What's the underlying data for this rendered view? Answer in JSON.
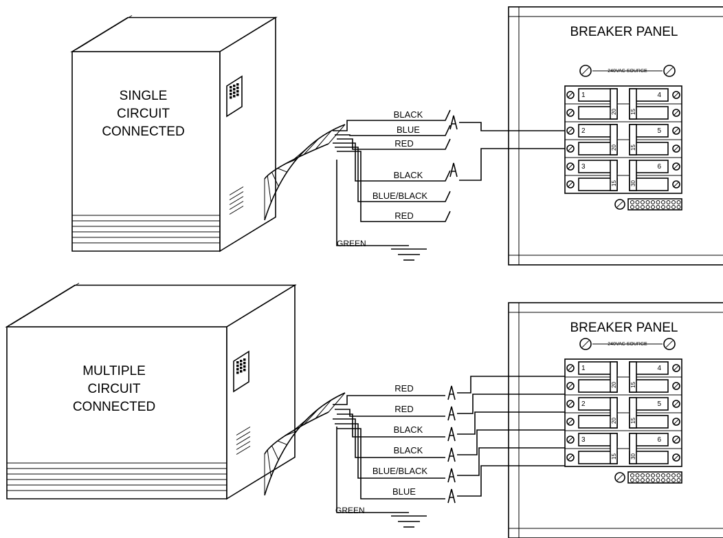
{
  "top": {
    "unit_label": [
      "SINGLE",
      "CIRCUIT",
      "CONNECTED"
    ],
    "panel_title": "BREAKER PANEL",
    "source_label": "240VAC SOURCE",
    "wires": [
      "BLACK",
      "BLUE",
      "RED",
      "BLACK",
      "BLUE/BLACK",
      "RED"
    ],
    "ground": "GREEN",
    "breakers": [
      {
        "num": "1",
        "rating": "20"
      },
      {
        "num": "4",
        "rating": "15"
      },
      {
        "num": "2",
        "rating": "20"
      },
      {
        "num": "5",
        "rating": "15"
      },
      {
        "num": "3",
        "rating": "15"
      },
      {
        "num": "6",
        "rating": "30"
      }
    ]
  },
  "bottom": {
    "unit_label": [
      "MULTIPLE",
      "CIRCUIT",
      "CONNECTED"
    ],
    "panel_title": "BREAKER PANEL",
    "source_label": "240VAC SOURCE",
    "wires": [
      "RED",
      "RED",
      "BLACK",
      "BLACK",
      "BLUE/BLACK",
      "BLUE"
    ],
    "ground": "GREEN",
    "breakers": [
      {
        "num": "1",
        "rating": "20"
      },
      {
        "num": "4",
        "rating": "15"
      },
      {
        "num": "2",
        "rating": "20"
      },
      {
        "num": "5",
        "rating": "15"
      },
      {
        "num": "3",
        "rating": "15"
      },
      {
        "num": "6",
        "rating": "30"
      }
    ]
  }
}
